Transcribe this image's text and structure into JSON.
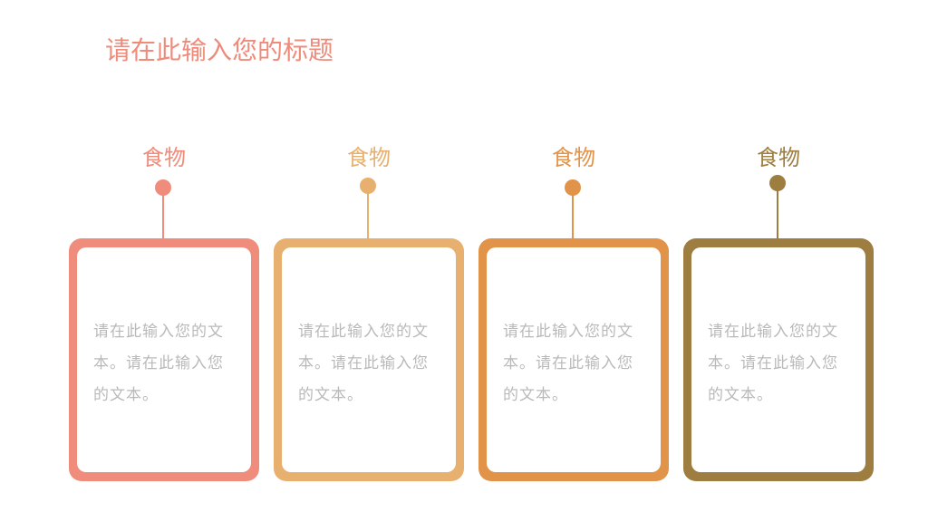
{
  "title": "请在此输入您的标题",
  "cards": [
    {
      "heading": "食物",
      "text": "请在此输入您的文本。请在此输入您的文本。",
      "color": "#ef8c7c"
    },
    {
      "heading": "食物",
      "text": "请在此输入您的文本。请在此输入您的文本。",
      "color": "#e8b06e"
    },
    {
      "heading": "食物",
      "text": "请在此输入您的文本。请在此输入您的文本。",
      "color": "#e19349"
    },
    {
      "heading": "食物",
      "text": "请在此输入您的文本。请在此输入您的文本。",
      "color": "#9d7d40"
    }
  ]
}
